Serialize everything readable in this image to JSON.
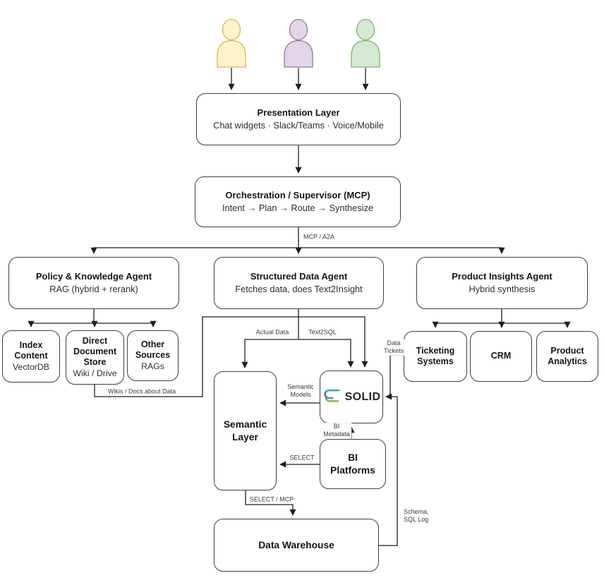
{
  "nodes": {
    "presentation": {
      "title": "Presentation Layer",
      "subtitle": "Chat widgets · Slack/Teams · Voice/Mobile"
    },
    "orchestration": {
      "title": "Orchestration / Supervisor (MCP)",
      "subtitle": "Intent → Plan → Route → Synthesize"
    },
    "policy_agent": {
      "title": "Policy & Knowledge Agent",
      "subtitle": "RAG (hybrid + rerank)"
    },
    "structured_agent": {
      "title": "Structured Data Agent",
      "subtitle": "Fetches data, does Text2Insight"
    },
    "product_agent": {
      "title": "Product Insights Agent",
      "subtitle": "Hybrid synthesis"
    },
    "index_content": {
      "title": "Index Content",
      "subtitle": "VectorDB"
    },
    "direct_document_store": {
      "title": "Direct Document Store",
      "subtitle": "Wiki / Drive"
    },
    "other_sources": {
      "title": "Other Sources",
      "subtitle": "RAGs"
    },
    "ticketing": {
      "title": "Ticketing Systems"
    },
    "crm": {
      "title": "CRM"
    },
    "product_analytics": {
      "title": "Product Analytics"
    },
    "semantic_layer": {
      "title": "Semantic Layer"
    },
    "solid": {
      "title": "SOLID"
    },
    "bi_platforms": {
      "title": "BI Platforms"
    },
    "data_warehouse": {
      "title": "Data Warehouse"
    }
  },
  "edges": {
    "mcp_a2a": "MCP / A2A",
    "actual_data": "Actual Data",
    "text2sql": "Text2SQL",
    "wikis_docs": "Wikis / Docs about Data",
    "semantic_models": "Semantic\nModels",
    "data_tickets": "Data\nTickets",
    "bi_metadata": "BI\nMetadata",
    "select": "SELECT",
    "select_mcp": "SELECT / MCP",
    "schema_sql_log": "Schema,\nSQL Log"
  },
  "users": {
    "user_yellow": {
      "fill": "#FFF2CC",
      "stroke": "#D6B656"
    },
    "user_purple": {
      "fill": "#E1D5E7",
      "stroke": "#9673A6"
    },
    "user_green": {
      "fill": "#D5E8D4",
      "stroke": "#82B366"
    }
  },
  "logo": {
    "teal": "#2FB5C7",
    "blue": "#3E6EC5",
    "green": "#9FC73C"
  },
  "colors": {
    "line": "#1f1f1f"
  }
}
